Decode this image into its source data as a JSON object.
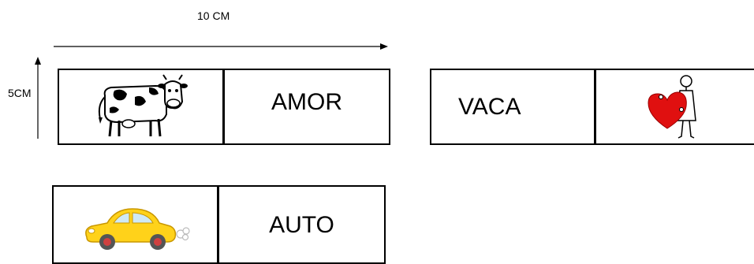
{
  "dimensions": {
    "width_label": "10 CM",
    "height_label": "5CM"
  },
  "cards": [
    {
      "left_picture": "cow-icon",
      "right_word": "AMOR"
    },
    {
      "left_word": "VACA",
      "right_picture": "heart-person-icon"
    },
    {
      "left_picture": "car-icon",
      "right_word": "AUTO"
    }
  ]
}
